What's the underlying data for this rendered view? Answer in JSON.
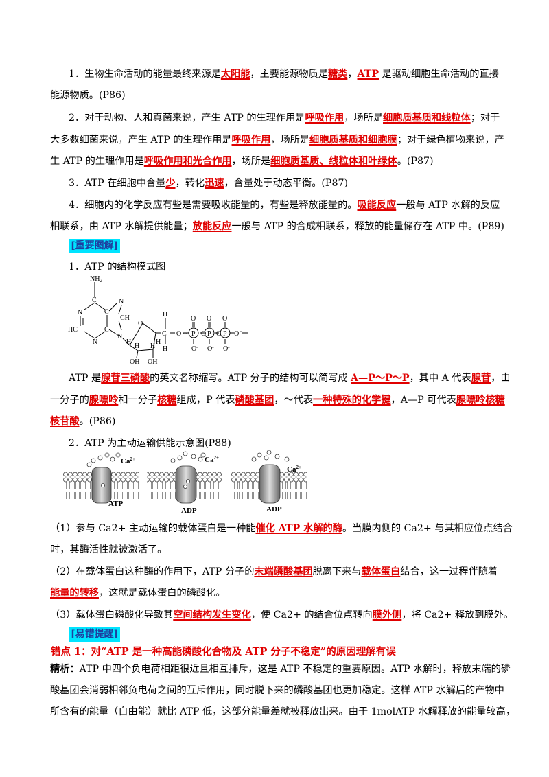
{
  "p1": {
    "a": "1．生物生命活动的能量最终来源是",
    "b": "太阳能",
    "c": "，主要能源物质是",
    "d": "糖类",
    "e": "，",
    "f": "ATP",
    "g": " 是驱动细胞生命活动的直接",
    "h": "能源物质。(P86)"
  },
  "p2": {
    "a": "2．对于动物、人和真菌来说，产生 ATP 的生理作用是",
    "b": "呼吸作用",
    "c": "，场所是",
    "d": "细胞质基质和线粒体",
    "e": "；对于",
    "f": "大多数细菌来说，产生 ATP 的生理作用是",
    "g": "呼吸作用",
    "h": "，场所是",
    "i": "细胞质基质和细胞膜",
    "j": "；对于绿色植物来说，产",
    "k": "生 ATP 的生理作用是",
    "l": "呼吸作用和光合作用",
    "m": "，场所是",
    "n": "细胞质基质、线粒体和叶绿体",
    "o": "。(P87)"
  },
  "p3": {
    "a": "3．ATP 在细胞中含量",
    "b": "少",
    "c": "，转化",
    "d": "迅速",
    "e": "，含量处于动态平衡。(P87)"
  },
  "p4": {
    "a": "4．细胞内的化学反应有些是需要吸收能量的，有些是释放能量的。",
    "b": "吸能反应",
    "c": "一般与 ATP 水解的反应",
    "d": "相联系，由 ATP 水解提供能量；",
    "e": "放能反应",
    "f": "一般与 ATP 的合成相联系，释放的能量储存在 ATP 中。(P89)"
  },
  "section1": "[重要图解]",
  "fig1_title": "1．ATP 的结构模式图",
  "fig1": {
    "nh2": "NH",
    "nh2_sub": "2",
    "c": "C",
    "n": "N",
    "ch": "CH",
    "hc": "HC",
    "o": "O",
    "h": "H",
    "oh": "OH",
    "p": "P",
    "neg": "−"
  },
  "p5": {
    "a": "ATP 是",
    "b": "腺苷三磷酸",
    "c": "的英文名称缩写。ATP 分子的结构可以简写成 ",
    "d": "A—P～P～P",
    "e": "，其中 A 代表",
    "f": "腺苷",
    "g": "，由",
    "h": "一分子的",
    "i": "腺嘌呤",
    "j": "和一分子",
    "k": "核糖",
    "l": "组成，P 代表",
    "m": "磷酸基团",
    "n": "，～代表",
    "o": "一种特殊的化学键",
    "p": "，A—P 可代表",
    "q": "腺嘌呤核糖",
    "r": "核苷酸",
    "s": "。(P86)"
  },
  "fig2_title": "2．ATP 为主动运输供能示意图(P88)",
  "fig2": {
    "ca": "Ca",
    "ca_sup": "2+",
    "atp": "ATP",
    "adp": "ADP"
  },
  "q1": {
    "a": "（1）参与 Ca2+ 主动运输的载体蛋白是一种能",
    "b": "催化 ATP  水解的酶",
    "c": "。当膜内侧的 Ca2+ 与其相应位点结合",
    "d": "时，其酶活性就被激活了。"
  },
  "q2": {
    "a": "（2）在载体蛋白这种酶的作用下，ATP 分子的",
    "b": "末端磷酸基团",
    "c": "脱离下来与",
    "d": "载体蛋白",
    "e": "结合，这一过程伴随着",
    "f": "能量的转移",
    "g": "，这就是载体蛋白的磷酸化。"
  },
  "q3": {
    "a": "（3）载体蛋白磷酸化导致其",
    "b": "空间结构发生变化",
    "c": "，使 Ca2+ 的结合位点转向",
    "d": "膜外侧",
    "e": "，将 Ca2+ 释放到膜外。"
  },
  "section2": "[易错提醒]",
  "err1": "错点 1：对“ATP 是一种高能磷酸化合物及 ATP 分子不稳定”的原因理解有误",
  "expl": {
    "label": "精析：",
    "a": "ATP 中四个负电荷相距很近且相互排斥，这是 ATP 不稳定的重要原因。ATP 水解时，释放末端的磷",
    "b": "酸基团会消弱相邻负电荷之间的互斥作用，同时脱下来的磷酸基团也更加稳定。这样 ATP 水解后的产物中",
    "c": "所含有的能量（自由能）就比 ATP 低，这部分能量差就被释放出来。由于 1molATP 水解释放的能量较高，"
  }
}
